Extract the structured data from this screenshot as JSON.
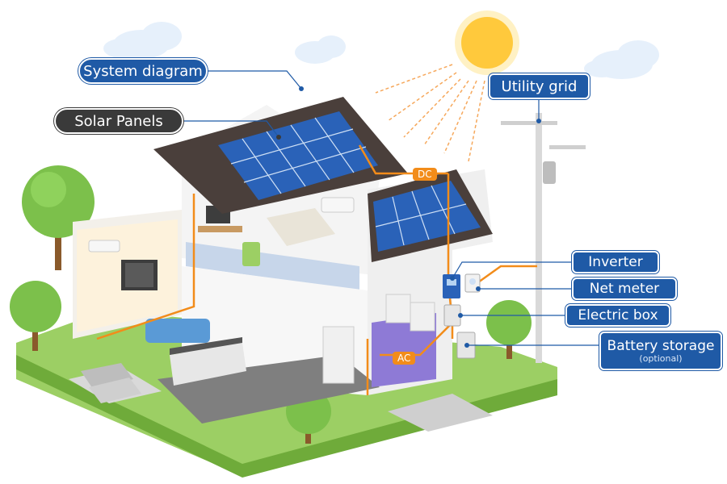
{
  "labels": {
    "system_diagram": "System diagram",
    "solar_panels": "Solar Panels",
    "utility_grid": "Utility grid",
    "inverter": "Inverter",
    "net_meter": "Net meter",
    "electric_box": "Electric box",
    "battery_storage": "Battery storage",
    "battery_storage_note": "(optional)"
  },
  "tags": {
    "dc": "DC",
    "ac": "AC"
  },
  "colors": {
    "label_blue": "#1f5aa6",
    "label_dark": "#3a3a3a",
    "wire_orange": "#f28c1a",
    "grass_green": "#7cc04b",
    "panel_blue": "#2a62b8",
    "roof_dark": "#4a3f3b",
    "sun_yellow": "#ffc93c"
  },
  "icons": [
    "sun-icon",
    "cloud-icon",
    "tree-icon",
    "utility-pole-icon",
    "solar-panel-icon",
    "house-icon"
  ]
}
